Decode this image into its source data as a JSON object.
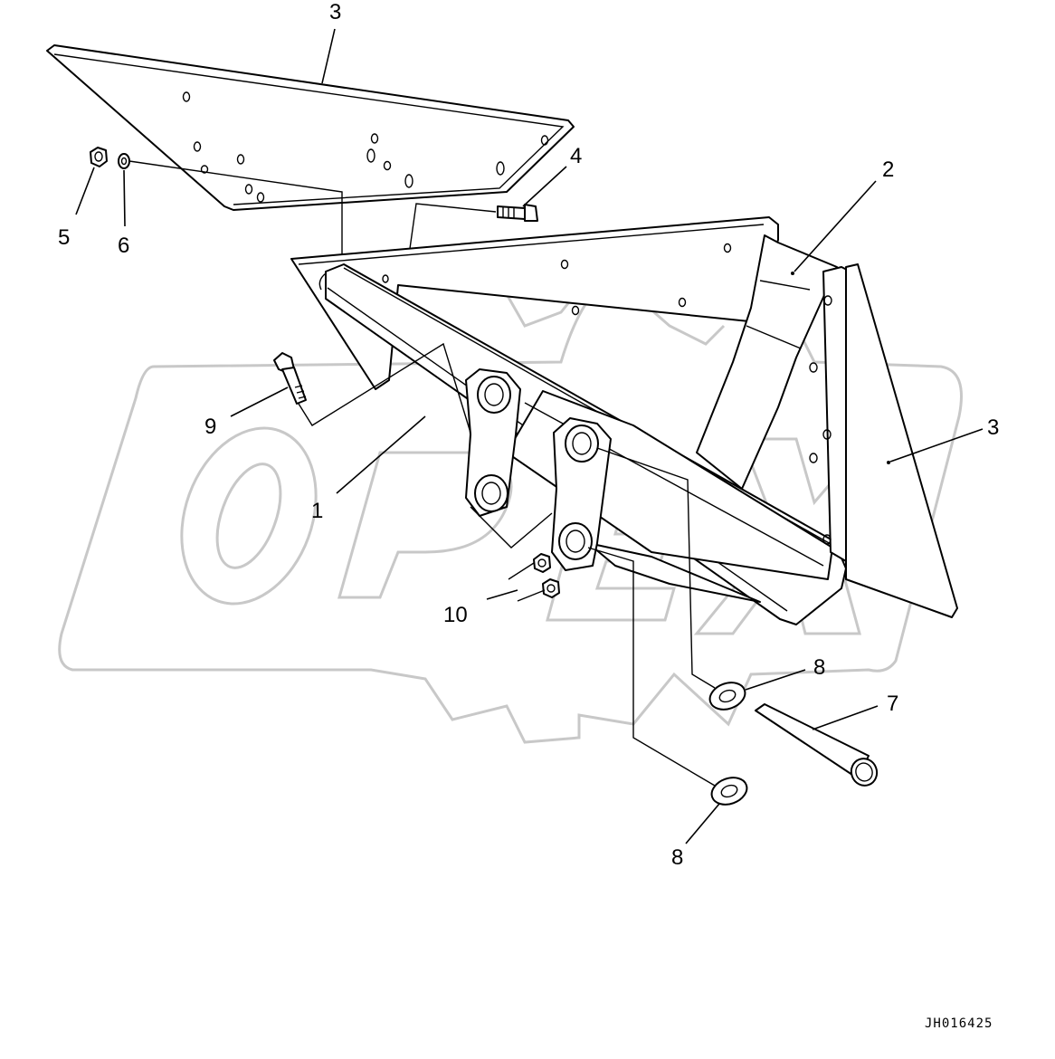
{
  "drawing": {
    "code": "JH016425",
    "watermark_logo": "OPEX"
  },
  "callouts": [
    {
      "id": "3a",
      "label": "3"
    },
    {
      "id": "2",
      "label": "2"
    },
    {
      "id": "4",
      "label": "4"
    },
    {
      "id": "5",
      "label": "5"
    },
    {
      "id": "6",
      "label": "6"
    },
    {
      "id": "3b",
      "label": "3"
    },
    {
      "id": "9",
      "label": "9"
    },
    {
      "id": "1",
      "label": "1"
    },
    {
      "id": "10",
      "label": "10"
    },
    {
      "id": "8a",
      "label": "8"
    },
    {
      "id": "7",
      "label": "7"
    },
    {
      "id": "8b",
      "label": "8"
    }
  ]
}
